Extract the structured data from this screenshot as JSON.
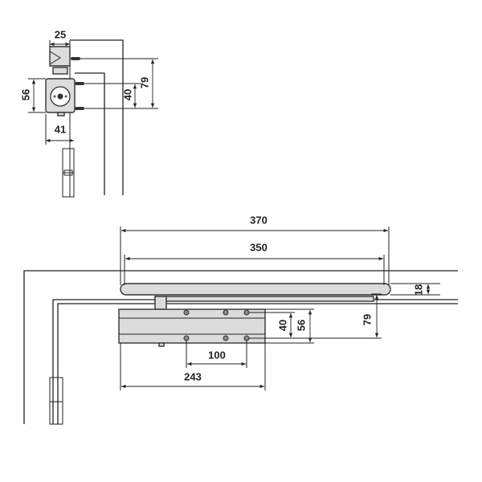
{
  "colors": {
    "line": "#222222",
    "part_fill": "#dcdcdc"
  },
  "top_view": {
    "dimensions": {
      "bracket_width": "25",
      "body_height": "56",
      "body_depth": "41",
      "screw_spacing": "40",
      "bracket_height": "79"
    }
  },
  "front_view": {
    "dimensions": {
      "arm_length_outer": "370",
      "arm_length_inner": "350",
      "arm_height": "18",
      "screw_spacing_vertical": "40",
      "body_height": "56",
      "total_height": "79",
      "screw_spacing_horizontal": "100",
      "body_length": "243"
    }
  }
}
